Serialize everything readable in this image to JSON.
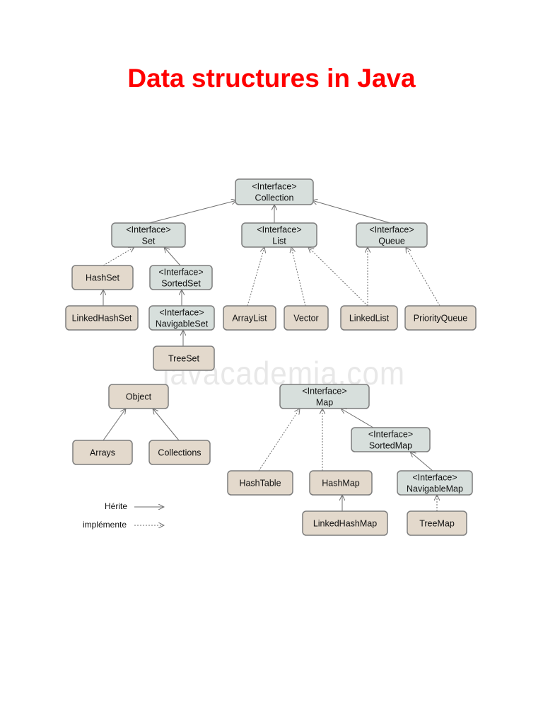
{
  "title": "Data structures in Java",
  "watermark": "javacademia.com",
  "nodes": [
    {
      "id": "collection",
      "kind": "interface",
      "lines": [
        "<Interface>",
        "Collection"
      ]
    },
    {
      "id": "set",
      "kind": "interface",
      "lines": [
        "<Interface>",
        "Set"
      ]
    },
    {
      "id": "list",
      "kind": "interface",
      "lines": [
        "<Interface>",
        "List"
      ]
    },
    {
      "id": "queue",
      "kind": "interface",
      "lines": [
        "<Interface>",
        "Queue"
      ]
    },
    {
      "id": "hashset",
      "kind": "class",
      "lines": [
        "HashSet"
      ]
    },
    {
      "id": "sortedset",
      "kind": "interface",
      "lines": [
        "<Interface>",
        "SortedSet"
      ]
    },
    {
      "id": "linkedhashset",
      "kind": "class",
      "lines": [
        "LinkedHashSet"
      ]
    },
    {
      "id": "navigableset",
      "kind": "interface",
      "lines": [
        "<Interface>",
        "NavigableSet"
      ]
    },
    {
      "id": "treeset",
      "kind": "class",
      "lines": [
        "TreeSet"
      ]
    },
    {
      "id": "arraylist",
      "kind": "class",
      "lines": [
        "ArrayList"
      ]
    },
    {
      "id": "vector",
      "kind": "class",
      "lines": [
        "Vector"
      ]
    },
    {
      "id": "linkedlist",
      "kind": "class",
      "lines": [
        "LinkedList"
      ]
    },
    {
      "id": "priorityqueue",
      "kind": "class",
      "lines": [
        "PriorityQueue"
      ]
    },
    {
      "id": "object",
      "kind": "class",
      "lines": [
        "Object"
      ]
    },
    {
      "id": "arrays",
      "kind": "class",
      "lines": [
        "Arrays"
      ]
    },
    {
      "id": "collections",
      "kind": "class",
      "lines": [
        "Collections"
      ]
    },
    {
      "id": "map",
      "kind": "interface",
      "lines": [
        "<Interface>",
        "Map"
      ]
    },
    {
      "id": "sortedmap",
      "kind": "interface",
      "lines": [
        "<Interface>",
        "SortedMap"
      ]
    },
    {
      "id": "hashtable",
      "kind": "class",
      "lines": [
        "HashTable"
      ]
    },
    {
      "id": "hashmap",
      "kind": "class",
      "lines": [
        "HashMap"
      ]
    },
    {
      "id": "navigablemap",
      "kind": "interface",
      "lines": [
        "<Interface>",
        "NavigableMap"
      ]
    },
    {
      "id": "linkedhashmap",
      "kind": "class",
      "lines": [
        "LinkedHashMap"
      ]
    },
    {
      "id": "treemap",
      "kind": "class",
      "lines": [
        "TreeMap"
      ]
    }
  ],
  "edges": [
    {
      "from": "set",
      "to": "collection",
      "type": "inherits"
    },
    {
      "from": "list",
      "to": "collection",
      "type": "inherits"
    },
    {
      "from": "queue",
      "to": "collection",
      "type": "inherits"
    },
    {
      "from": "hashset",
      "to": "set",
      "type": "implements"
    },
    {
      "from": "sortedset",
      "to": "set",
      "type": "inherits"
    },
    {
      "from": "linkedhashset",
      "to": "hashset",
      "type": "inherits"
    },
    {
      "from": "navigableset",
      "to": "sortedset",
      "type": "inherits"
    },
    {
      "from": "treeset",
      "to": "navigableset",
      "type": "inherits"
    },
    {
      "from": "arraylist",
      "to": "list",
      "type": "implements"
    },
    {
      "from": "vector",
      "to": "list",
      "type": "implements"
    },
    {
      "from": "linkedlist",
      "to": "list",
      "type": "implements"
    },
    {
      "from": "linkedlist",
      "to": "queue",
      "type": "implements"
    },
    {
      "from": "priorityqueue",
      "to": "queue",
      "type": "implements"
    },
    {
      "from": "arrays",
      "to": "object",
      "type": "inherits"
    },
    {
      "from": "collections",
      "to": "object",
      "type": "inherits"
    },
    {
      "from": "sortedmap",
      "to": "map",
      "type": "inherits"
    },
    {
      "from": "hashtable",
      "to": "map",
      "type": "implements"
    },
    {
      "from": "hashmap",
      "to": "map",
      "type": "implements"
    },
    {
      "from": "navigablemap",
      "to": "sortedmap",
      "type": "inherits"
    },
    {
      "from": "linkedhashmap",
      "to": "hashmap",
      "type": "inherits"
    },
    {
      "from": "treemap",
      "to": "navigablemap",
      "type": "implements"
    }
  ],
  "legend": {
    "inherits_label": "Hérite",
    "implements_label": "implémente"
  }
}
